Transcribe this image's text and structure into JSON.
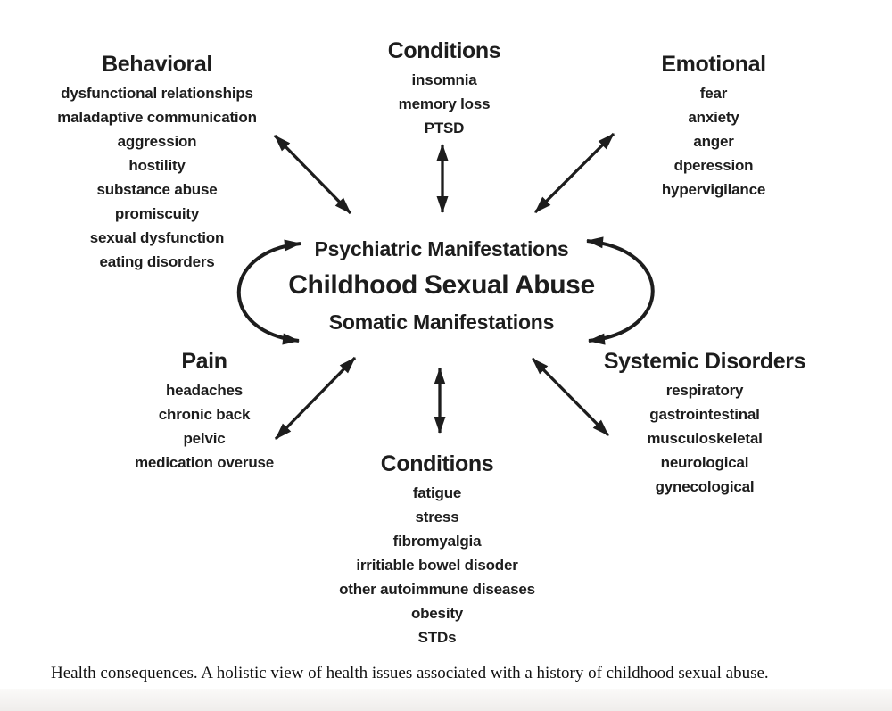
{
  "diagram": {
    "center": {
      "top": "Psychiatric Manifestations",
      "main": "Childhood Sexual Abuse",
      "bottom": "Somatic Manifestations"
    },
    "groups": [
      {
        "title": "Behavioral",
        "items": [
          "dysfunctional relationships",
          "maladaptive communication",
          "aggression",
          "hostility",
          "substance abuse",
          "promiscuity",
          "sexual dysfunction",
          "eating disorders"
        ]
      },
      {
        "title": "Conditions",
        "items": [
          "insomnia",
          "memory loss",
          "PTSD"
        ]
      },
      {
        "title": "Emotional",
        "items": [
          "fear",
          "anxiety",
          "anger",
          "dperession",
          "hypervigilance"
        ]
      },
      {
        "title": "Pain",
        "items": [
          "headaches",
          "chronic back",
          "pelvic",
          "medication overuse"
        ]
      },
      {
        "title": "Conditions",
        "items": [
          "fatigue",
          "stress",
          "fibromyalgia",
          "irritiable bowel disoder",
          "other autoimmune diseases",
          "obesity",
          "STDs"
        ]
      },
      {
        "title": "Systemic Disorders",
        "items": [
          "respiratory",
          "gastrointestinal",
          "musculoskeletal",
          "neurological",
          "gynecological"
        ]
      }
    ],
    "caption": "Health consequences. A holistic view of health issues associated with a history of childhood sexual abuse.",
    "colors": {
      "ink": "#1d1d1d",
      "background": "#ffffff"
    }
  }
}
